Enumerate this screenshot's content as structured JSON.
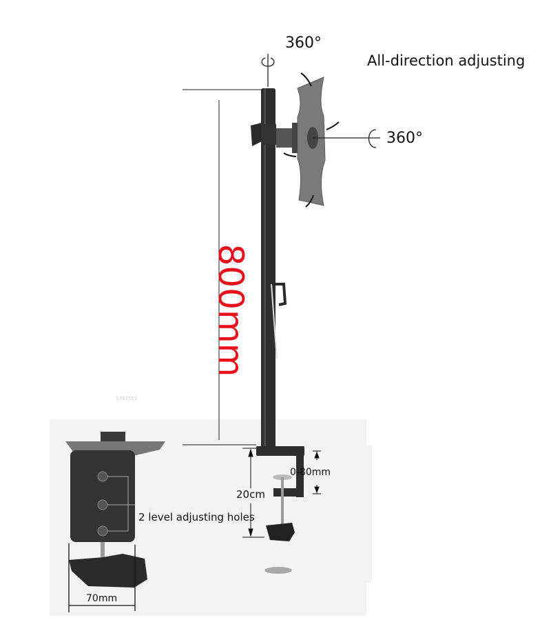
{
  "labels": {
    "rotation_top": "360°",
    "all_direction": "All-direction adjusting",
    "rotation_side": "360°",
    "height": "800mm",
    "clamp_range": "0-80mm",
    "clamp_depth": "20cm",
    "adjusting_holes": "2 level adjusting holes",
    "clamp_width": "70mm"
  },
  "watermark": "1737551",
  "colors": {
    "height_label": "#e8101a",
    "pole": "#2e2e2e",
    "mount_plate": "#7a7a7a",
    "inset_background": "#f3f3f3"
  }
}
